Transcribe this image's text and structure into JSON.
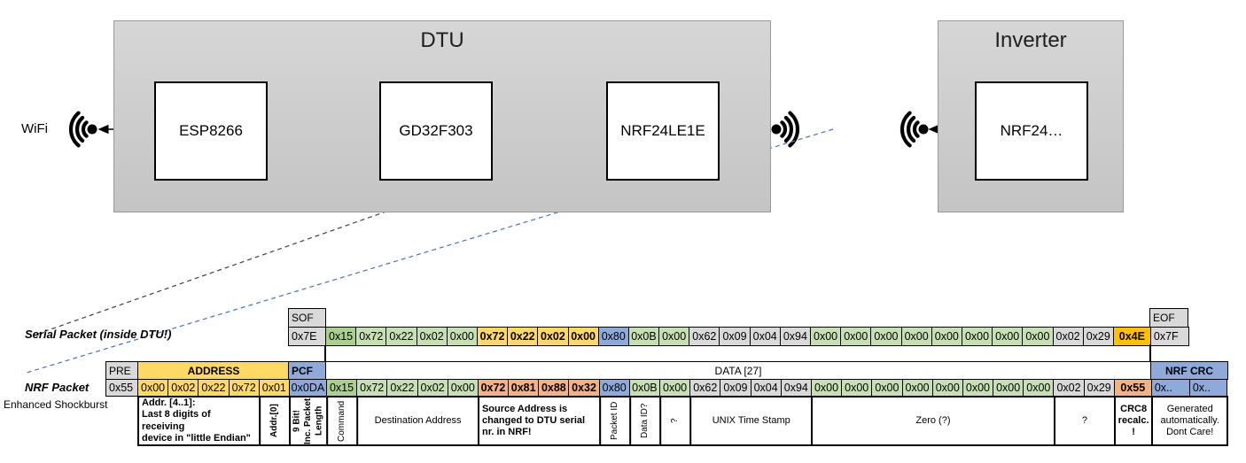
{
  "diagram": {
    "wifi_label": "WiFi",
    "dtu": {
      "title": "DTU",
      "components": {
        "esp": "ESP8266",
        "gd": "GD32F303",
        "nrf": "NRF24LE1E"
      }
    },
    "inverter": {
      "title": "Inverter",
      "component": "NRF24…"
    },
    "icons": [
      "wifi-waves-left",
      "radio-waves-dtu",
      "radio-waves-inverter"
    ]
  },
  "colors": {
    "green_dark": "#A9D08E",
    "green_light": "#C6E0B4",
    "gray": "#D9D9D9",
    "blue": "#8EAADB",
    "yellow": "#FFD966",
    "amber": "#FFC000",
    "salmon": "#F4B183",
    "salmon_light": "#F8CBAD",
    "orange_arrow": "#ED7D31",
    "green_arrow": "#70AD47",
    "dashed_blue": "#4472C4"
  },
  "serial_packet": {
    "label": "Serial Packet (inside DTU!)",
    "sof_header": "SOF",
    "sof_value": "0x7E",
    "eof_header": "EOF",
    "eof_value": "0x7F",
    "bytes": [
      {
        "v": "0x15",
        "c": "g1"
      },
      {
        "v": "0x72",
        "c": "g2"
      },
      {
        "v": "0x22",
        "c": "g2"
      },
      {
        "v": "0x02",
        "c": "g2"
      },
      {
        "v": "0x00",
        "c": "g2"
      },
      {
        "v": "0x72",
        "c": "yl",
        "b": 1
      },
      {
        "v": "0x22",
        "c": "yl",
        "b": 1
      },
      {
        "v": "0x02",
        "c": "yl",
        "b": 1
      },
      {
        "v": "0x00",
        "c": "yl",
        "b": 1
      },
      {
        "v": "0x80",
        "c": "bl"
      },
      {
        "v": "0x0B",
        "c": "g2"
      },
      {
        "v": "0x00",
        "c": "g2"
      },
      {
        "v": "0x62",
        "c": "gy"
      },
      {
        "v": "0x09",
        "c": "gy"
      },
      {
        "v": "0x04",
        "c": "gy"
      },
      {
        "v": "0x94",
        "c": "gy"
      },
      {
        "v": "0x00",
        "c": "g2"
      },
      {
        "v": "0x00",
        "c": "g2"
      },
      {
        "v": "0x00",
        "c": "g2"
      },
      {
        "v": "0x00",
        "c": "g2"
      },
      {
        "v": "0x00",
        "c": "g2"
      },
      {
        "v": "0x00",
        "c": "g2"
      },
      {
        "v": "0x00",
        "c": "g2"
      },
      {
        "v": "0x00",
        "c": "g2"
      },
      {
        "v": "0x02",
        "c": "gy"
      },
      {
        "v": "0x29",
        "c": "gy"
      },
      {
        "v": "0x4E",
        "c": "am",
        "b": 1
      }
    ]
  },
  "nrf_packet": {
    "label": "NRF Packet",
    "sublabel": "Enhanced Shockburst",
    "pre_header": "PRE",
    "pre_value": "0x55",
    "address_header": "ADDRESS",
    "address_values": [
      "0x00",
      "0x02",
      "0x22",
      "0x72",
      "0x01"
    ],
    "pcf_header": "PCF",
    "pcf_value": "0x0DA",
    "data_header": "DATA [27]",
    "crc_header": "NRF CRC",
    "crc_values": [
      "0x..",
      "0x.."
    ],
    "bytes": [
      {
        "v": "0x15",
        "c": "g1"
      },
      {
        "v": "0x72",
        "c": "g2"
      },
      {
        "v": "0x22",
        "c": "g2"
      },
      {
        "v": "0x02",
        "c": "g2"
      },
      {
        "v": "0x00",
        "c": "g2"
      },
      {
        "v": "0x72",
        "c": "sa",
        "b": 1
      },
      {
        "v": "0x81",
        "c": "sa",
        "b": 1
      },
      {
        "v": "0x88",
        "c": "sa",
        "b": 1
      },
      {
        "v": "0x32",
        "c": "sa",
        "b": 1
      },
      {
        "v": "0x80",
        "c": "bl"
      },
      {
        "v": "0x0B",
        "c": "g2"
      },
      {
        "v": "0x00",
        "c": "g2"
      },
      {
        "v": "0x62",
        "c": "gy"
      },
      {
        "v": "0x09",
        "c": "gy"
      },
      {
        "v": "0x04",
        "c": "gy"
      },
      {
        "v": "0x94",
        "c": "gy"
      },
      {
        "v": "0x00",
        "c": "g2"
      },
      {
        "v": "0x00",
        "c": "g2"
      },
      {
        "v": "0x00",
        "c": "g2"
      },
      {
        "v": "0x00",
        "c": "g2"
      },
      {
        "v": "0x00",
        "c": "g2"
      },
      {
        "v": "0x00",
        "c": "g2"
      },
      {
        "v": "0x00",
        "c": "g2"
      },
      {
        "v": "0x00",
        "c": "g2"
      },
      {
        "v": "0x02",
        "c": "gy"
      },
      {
        "v": "0x29",
        "c": "gy"
      },
      {
        "v": "0x55",
        "c": "sa",
        "b": 1
      }
    ]
  },
  "annotations": [
    {
      "text": "Addr. [4..1]:\nLast 8 digits of receiving\ndevice in \"little Endian\"",
      "cols": 4,
      "unit": "data",
      "bold": true,
      "align": "left"
    },
    {
      "text": "Addr.[0]",
      "cols": 1,
      "unit": "data",
      "vertical": true,
      "bold": true
    },
    {
      "text": "9 Bit!\nInc. Packet\nLength",
      "cols": 1,
      "unit": "pcf",
      "vertical": true,
      "bold": true
    },
    {
      "text": "Command",
      "cols": 1,
      "unit": "data",
      "vertical": true
    },
    {
      "text": "Destination Address",
      "cols": 4,
      "unit": "data"
    },
    {
      "text": "Source Address is\nchanged to DTU serial\nnr. in NRF!",
      "cols": 4,
      "unit": "data",
      "bg": "sl",
      "align": "left",
      "bold": true
    },
    {
      "text": "Packet ID",
      "cols": 1,
      "unit": "data",
      "vertical": true
    },
    {
      "text": "Data ID?",
      "cols": 1,
      "unit": "data",
      "vertical": true
    },
    {
      "text": "?",
      "cols": 1,
      "unit": "data",
      "vertical": true
    },
    {
      "text": "UNIX Time Stamp",
      "cols": 4,
      "unit": "data"
    },
    {
      "text": "Zero (?)",
      "cols": 8,
      "unit": "data"
    },
    {
      "text": "?",
      "cols": 2,
      "unit": "data"
    },
    {
      "text": "CRC8\nrecalc.\n!",
      "cols": 1,
      "unit": "pcf",
      "bg": "sl",
      "bold": true
    },
    {
      "text": "Generated\nautomatically.\nDont Care!",
      "cols": 2,
      "unit": "crc"
    }
  ]
}
